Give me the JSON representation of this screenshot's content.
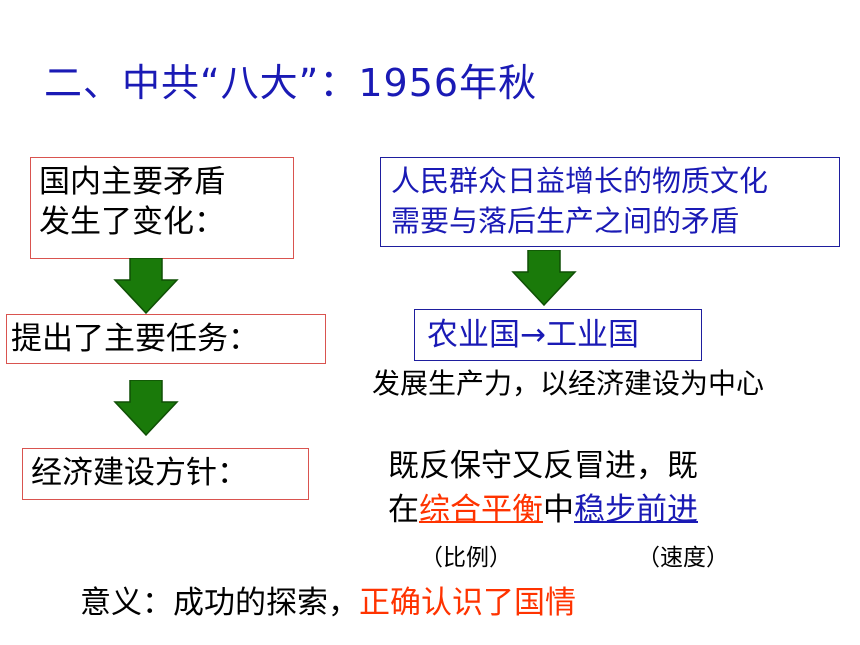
{
  "title": "二、中共“八大”：1956年秋",
  "left": {
    "box1_line1": "国内主要矛盾",
    "box1_line2": "发生了变化：",
    "box2": "提出了主要任务：",
    "box3": "经济建设方针："
  },
  "right": {
    "box1_line1": "人民群众日益增长的物质文化",
    "box1_line2": "需要与落后生产之间的矛盾",
    "box2": "农业国→工业国",
    "task_note": "发展生产力，以经济建设为中心",
    "policy_line1": "既反保守又反冒进，既",
    "policy_line2_prefix": "在",
    "policy_balance": "综合平衡",
    "policy_mid": "中",
    "policy_steady": "稳步前进",
    "note_balance": "（比例）",
    "note_steady": "（速度）"
  },
  "significance": {
    "prefix": "意义：成功的探索，",
    "highlight": "正确认识了国情"
  },
  "colors": {
    "title_blue": "#1a1ab5",
    "highlight_red": "#ff3300",
    "arrow_green": "#1a7a0a",
    "left_box_border": "#d9534f",
    "right_box_border": "#1e1e9e"
  }
}
